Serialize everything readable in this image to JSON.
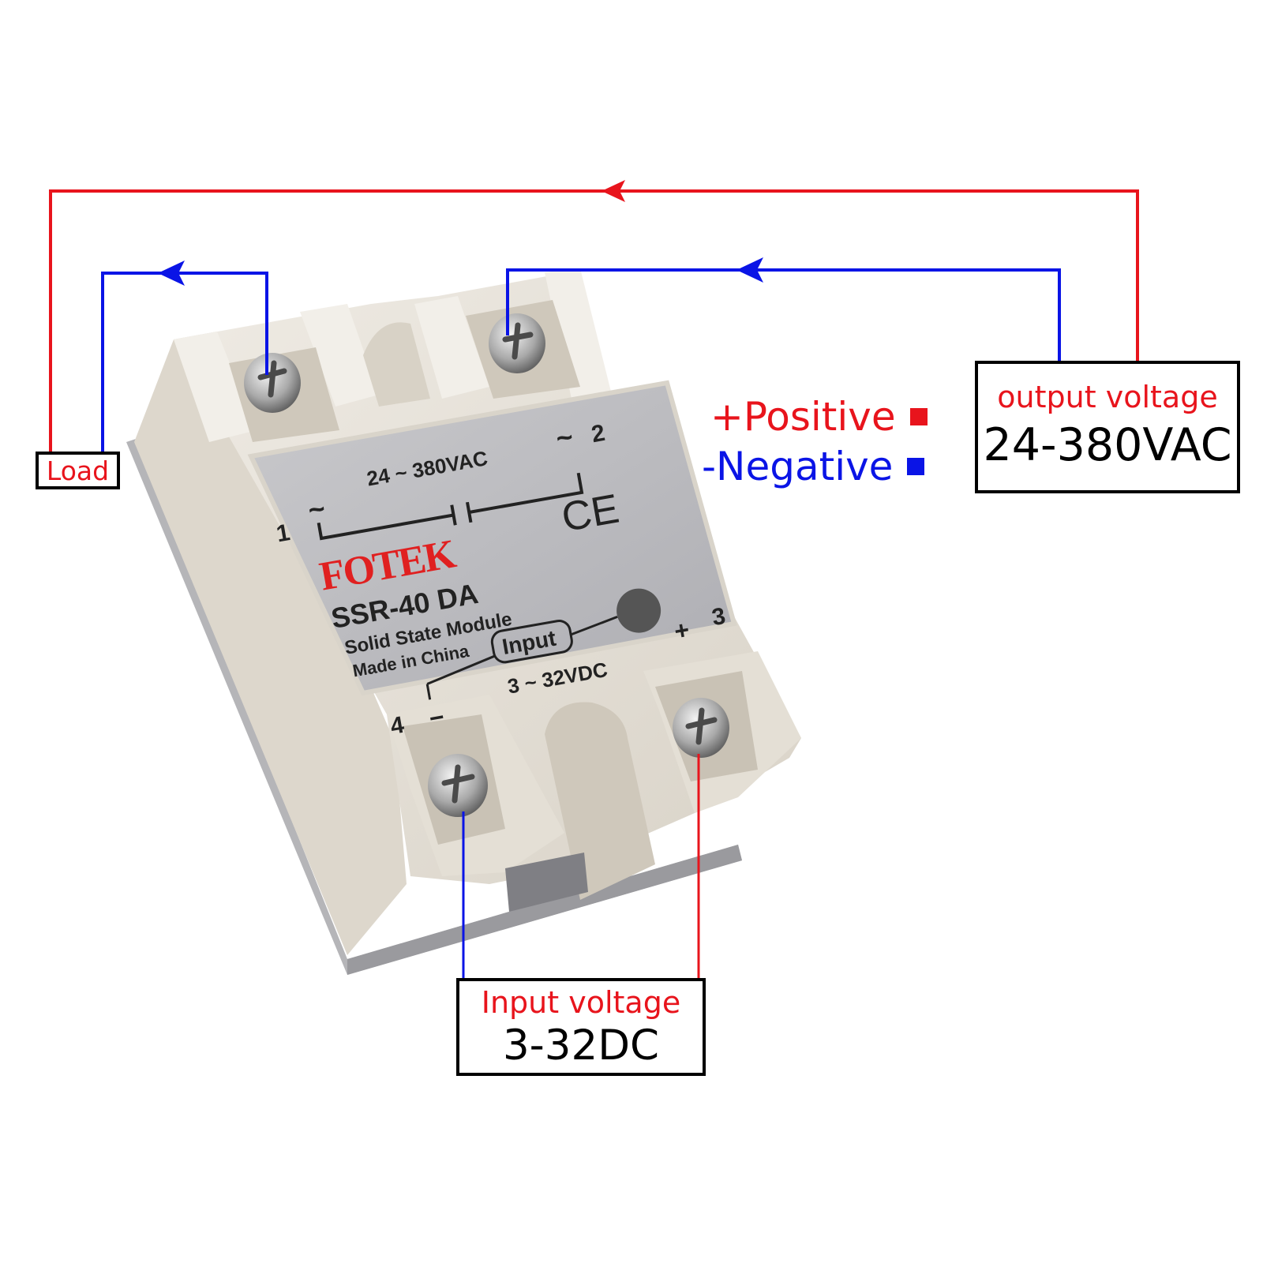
{
  "colors": {
    "positive": "#e8141c",
    "negative": "#0a14e6",
    "relay_body": "#e6e1d8",
    "label_plate": "#b9b9bd",
    "brand": "#e02020"
  },
  "legend": {
    "positive": {
      "label": "+Positive",
      "marker": "red-square"
    },
    "negative": {
      "label": "-Negative",
      "marker": "blue-square"
    }
  },
  "load": {
    "label": "Load"
  },
  "output": {
    "title": "output voltage",
    "value": "24-380VAC"
  },
  "input": {
    "title": "Input voltage",
    "value": "3-32DC"
  },
  "relay": {
    "brand": "FOTEK",
    "model": "SSR-40 DA",
    "description": "Solid State Module",
    "origin": "Made in China",
    "certification": "CE",
    "output_rating": "24 ~ 380VAC",
    "input_label": "Input",
    "input_rating": "3 ~ 32VDC",
    "terminals": [
      {
        "number": "1",
        "symbol": "~"
      },
      {
        "number": "2",
        "symbol": "~"
      },
      {
        "number": "3",
        "symbol": "+"
      },
      {
        "number": "4",
        "symbol": "−"
      }
    ]
  },
  "wires": [
    {
      "name": "output-positive",
      "color": "red",
      "from": "output voltage",
      "to": "Load",
      "arrow": "left"
    },
    {
      "name": "output-negative-right",
      "color": "blue",
      "from": "output voltage",
      "to": "terminal 2",
      "arrow": "left"
    },
    {
      "name": "load-negative",
      "color": "blue",
      "from": "terminal 1",
      "to": "Load",
      "arrow": "left"
    },
    {
      "name": "input-negative",
      "color": "blue",
      "from": "terminal 4",
      "to": "Input voltage"
    },
    {
      "name": "input-positive",
      "color": "red",
      "from": "terminal 3",
      "to": "Input voltage"
    }
  ]
}
